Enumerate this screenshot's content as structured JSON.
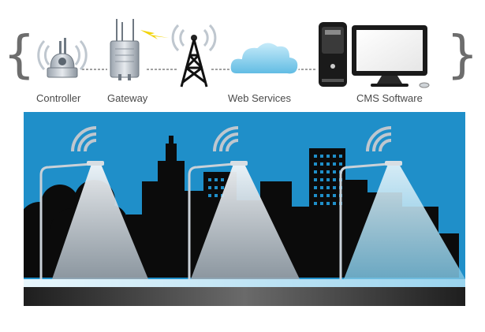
{
  "labels": {
    "controller": "Controller",
    "gateway": "Gateway",
    "web_services": "Web Services",
    "cms_software": "CMS Software"
  },
  "braces": {
    "open": "{",
    "close": "}"
  },
  "icons": {
    "controller": "controller-device-icon",
    "gateway": "gateway-antenna-icon",
    "tower": "radio-tower-icon",
    "cloud": "cloud-icon",
    "server": "server-tower-icon",
    "monitor": "monitor-icon"
  },
  "colors": {
    "sky": "#1f8fc9",
    "skyline": "#0b0b0b",
    "wifi": "#bfc7cf",
    "beam": "#e8edf2",
    "ground": "#2a2a2a",
    "connector": "#808080",
    "cloud": "#8fd3ef"
  }
}
